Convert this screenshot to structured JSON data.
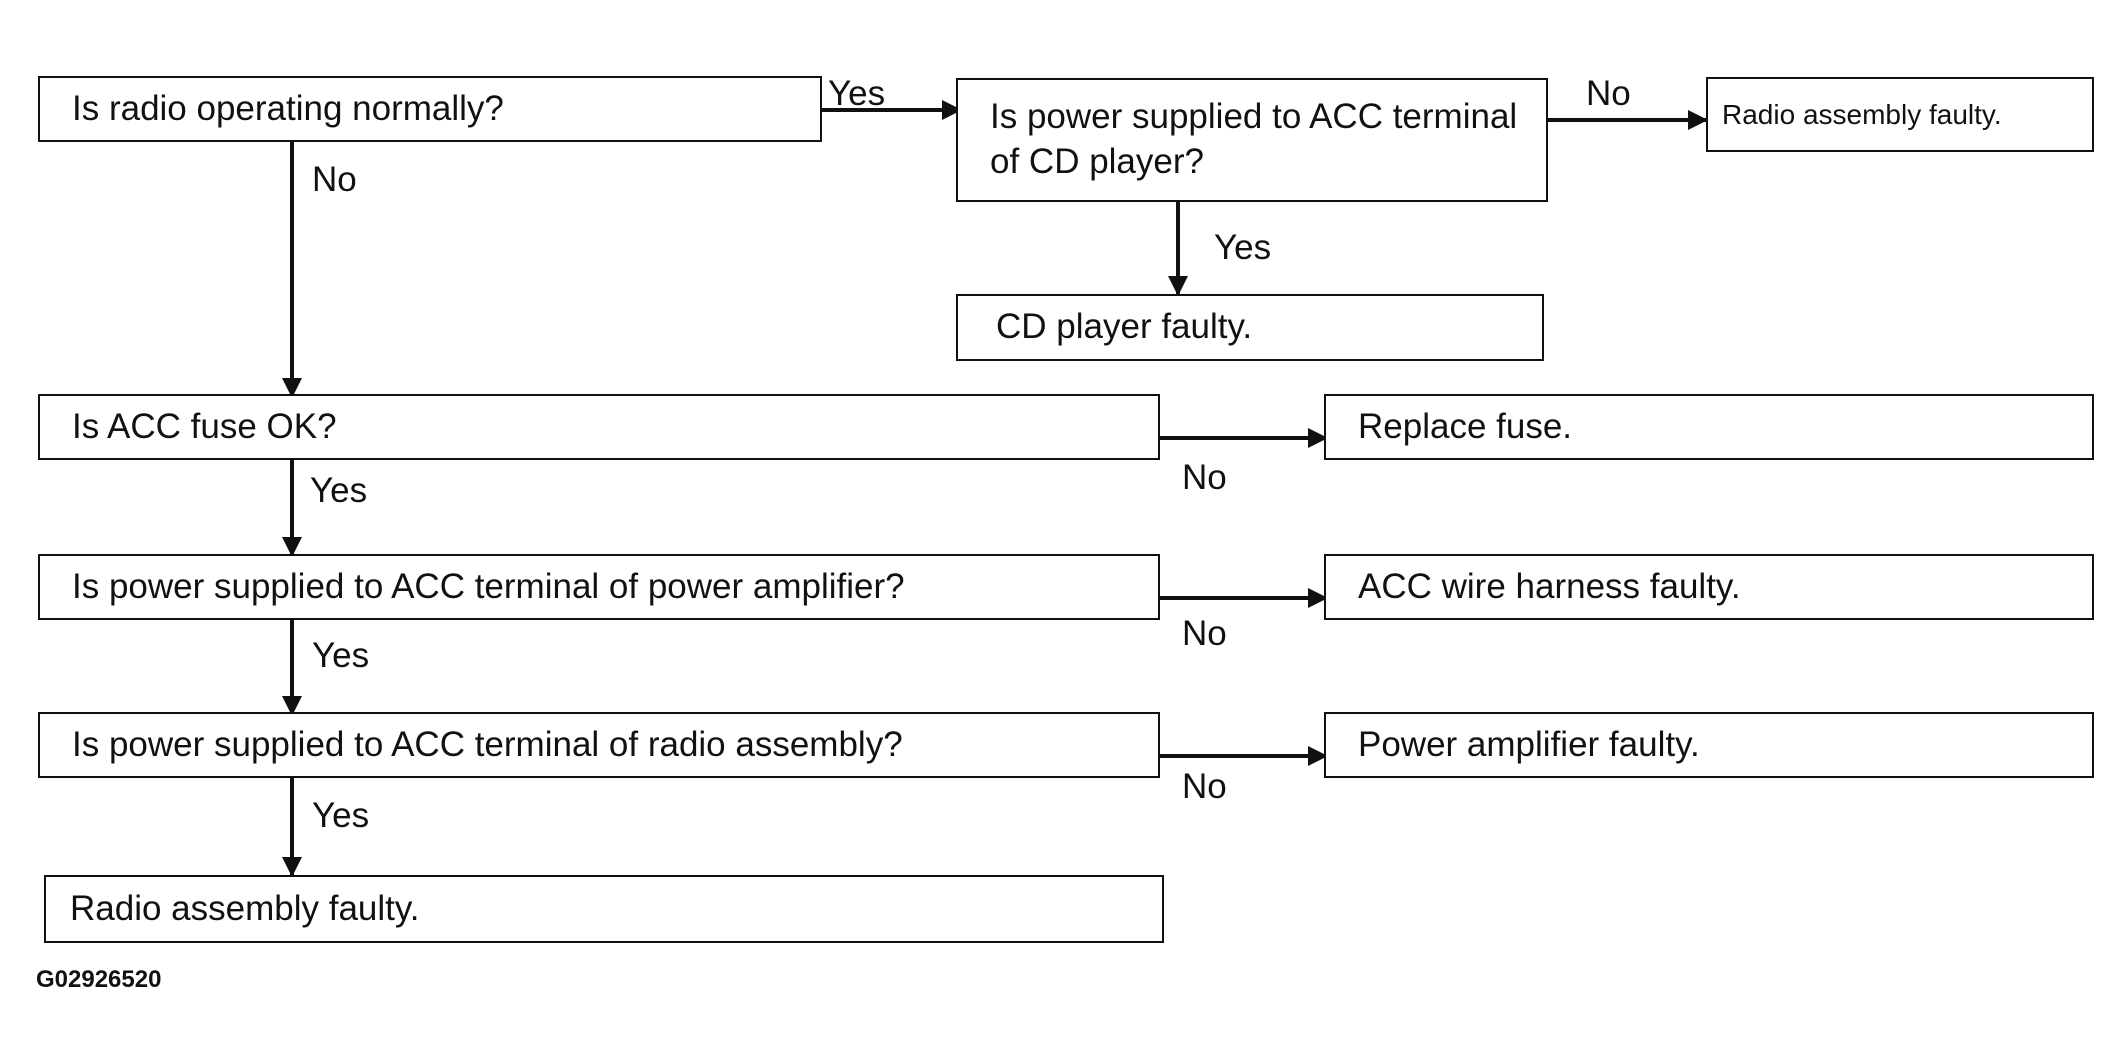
{
  "nodes": {
    "q_radio": "Is radio operating normally?",
    "q_cd_power": "Is power supplied to ACC terminal of CD player?",
    "r_radio_faulty_top": "Radio assembly faulty.",
    "r_cd_faulty": "CD player faulty.",
    "q_fuse": "Is ACC fuse OK?",
    "r_replace_fuse": "Replace fuse.",
    "q_amp_power": "Is power supplied to ACC terminal of power amplifier?",
    "r_harness": "ACC wire harness faulty.",
    "q_radio_power": "Is power supplied to ACC terminal of radio assembly?",
    "r_amp_faulty": "Power amplifier faulty.",
    "r_radio_faulty_bottom": "Radio assembly faulty."
  },
  "edge_labels": {
    "radio_yes": "Yes",
    "radio_no": "No",
    "cd_no": "No",
    "cd_yes": "Yes",
    "fuse_no": "No",
    "fuse_yes": "Yes",
    "amp_no": "No",
    "amp_yes": "Yes",
    "radio_power_no": "No",
    "radio_power_yes": "Yes"
  },
  "figure_code": "G02926520"
}
